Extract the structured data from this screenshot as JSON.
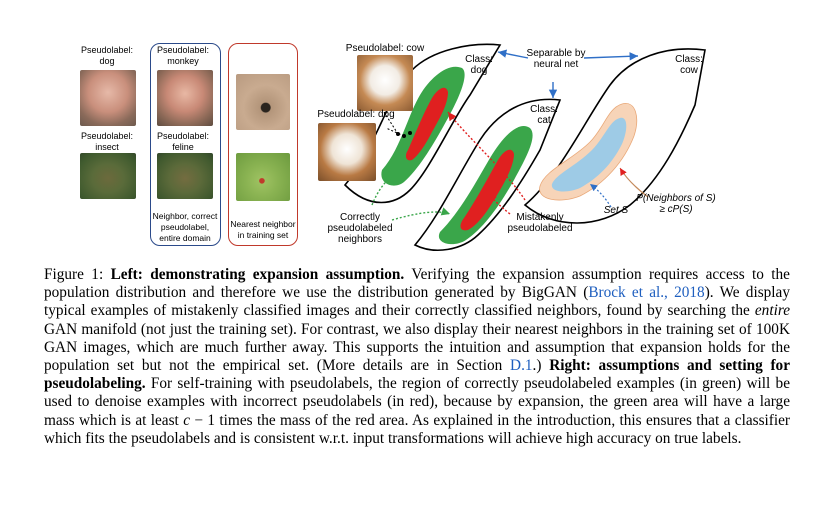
{
  "left_panel": {
    "labels": {
      "pseudo_dog": "Pseudolabel:\ndog",
      "pseudo_monkey": "Pseudolabel:\nmonkey",
      "pseudo_insect": "Pseudolabel:\ninsect",
      "pseudo_feline": "Pseudolabel:\nfeline",
      "neighbor_box": "Neighbor, correct\npseudolabel,\nentire domain",
      "nearest_box": "Nearest neighbor\nin training set"
    },
    "colors": {
      "blue_box": "#2b4a8a",
      "red_box": "#c0392b"
    }
  },
  "right_panel": {
    "pseudo_cow": "Pseudolabel: cow",
    "pseudo_dog": "Pseudolabel: dog",
    "class_dog": "Class:\ndog",
    "class_cat": "Class:\ncat",
    "class_cow": "Class:\ncow",
    "separable": "Separable by\nneural net",
    "correctly": "Correctly\npseudolabeled\nneighbors",
    "mistakenly": "Mistakenly\npseudolabeled",
    "set_s": "Set S",
    "neighbors": "P(Neighbors of S)\n≥ cP(S)",
    "colors": {
      "green": "#3aa64a",
      "red": "#e02020",
      "peach": "#f7d4b8",
      "light_blue": "#9ecbe6",
      "arrow_blue": "#2f6fc7"
    }
  },
  "caption": {
    "figure_label": "Figure 1:",
    "bold1": "Left: demonstrating expansion assumption.",
    "text1": "Verifying the expansion assumption requires access to the population distribution and therefore we use the distribution generated by BigGAN (",
    "cite1": "Brock et al., 2018",
    "text2": "). We display typical examples of mistakenly classified images and their correctly classified neighbors, found by searching the ",
    "italic1": "entire",
    "text3": " GAN manifold (not just the training set). For contrast, we also display their nearest neighbors in the training set of 100K GAN images, which are much further away. This supports the intuition and assumption that expansion holds for the population set but not the empirical set. (More details are in Section ",
    "cite2": "D.1",
    "text4": ".) ",
    "bold2": "Right: assumptions and setting for pseudolabeling.",
    "text5": " For self-training with pseudolabels, the region of correctly pseudolabeled examples (in green) will be used to denoise examples with incorrect pseudolabels (in red), because by expansion, the green area will have a large mass which is at least ",
    "italic2": "c",
    "text6": " − 1 times the mass of the red area. As explained in the introduction, this ensures that a classifier which fits the pseudolabels and is consistent w.r.t. input transformations will achieve high accuracy on true labels."
  }
}
